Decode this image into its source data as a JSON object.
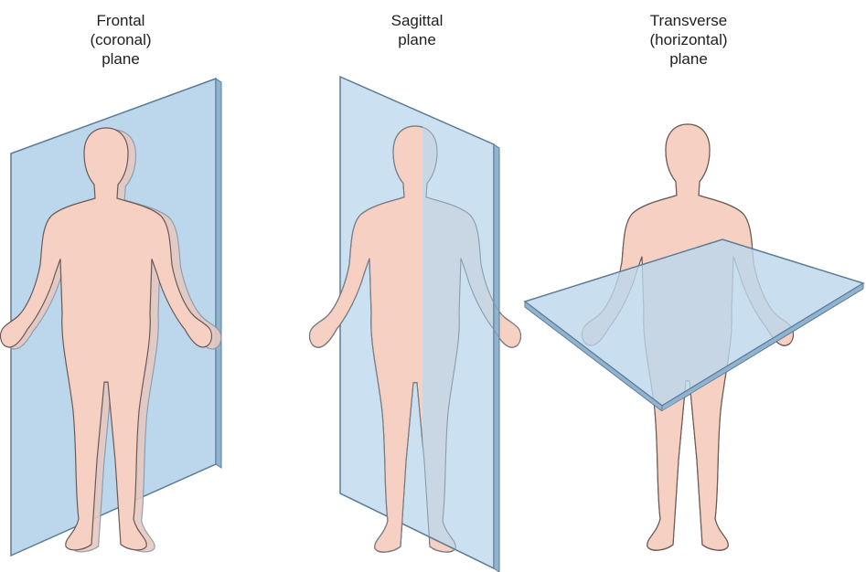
{
  "panels": [
    {
      "label_lines": [
        "Frontal",
        "(coronal)",
        "plane"
      ]
    },
    {
      "label_lines": [
        "Sagittal",
        "plane"
      ]
    },
    {
      "label_lines": [
        "Transverse",
        "(horizontal)",
        "plane"
      ]
    }
  ],
  "colors": {
    "plane_fill": "#bcd7ec",
    "plane_edge": "#5d7c95",
    "skin": "#f6d0c2",
    "skin_shade": "#eab7a5",
    "outline": "#6b5a55"
  }
}
